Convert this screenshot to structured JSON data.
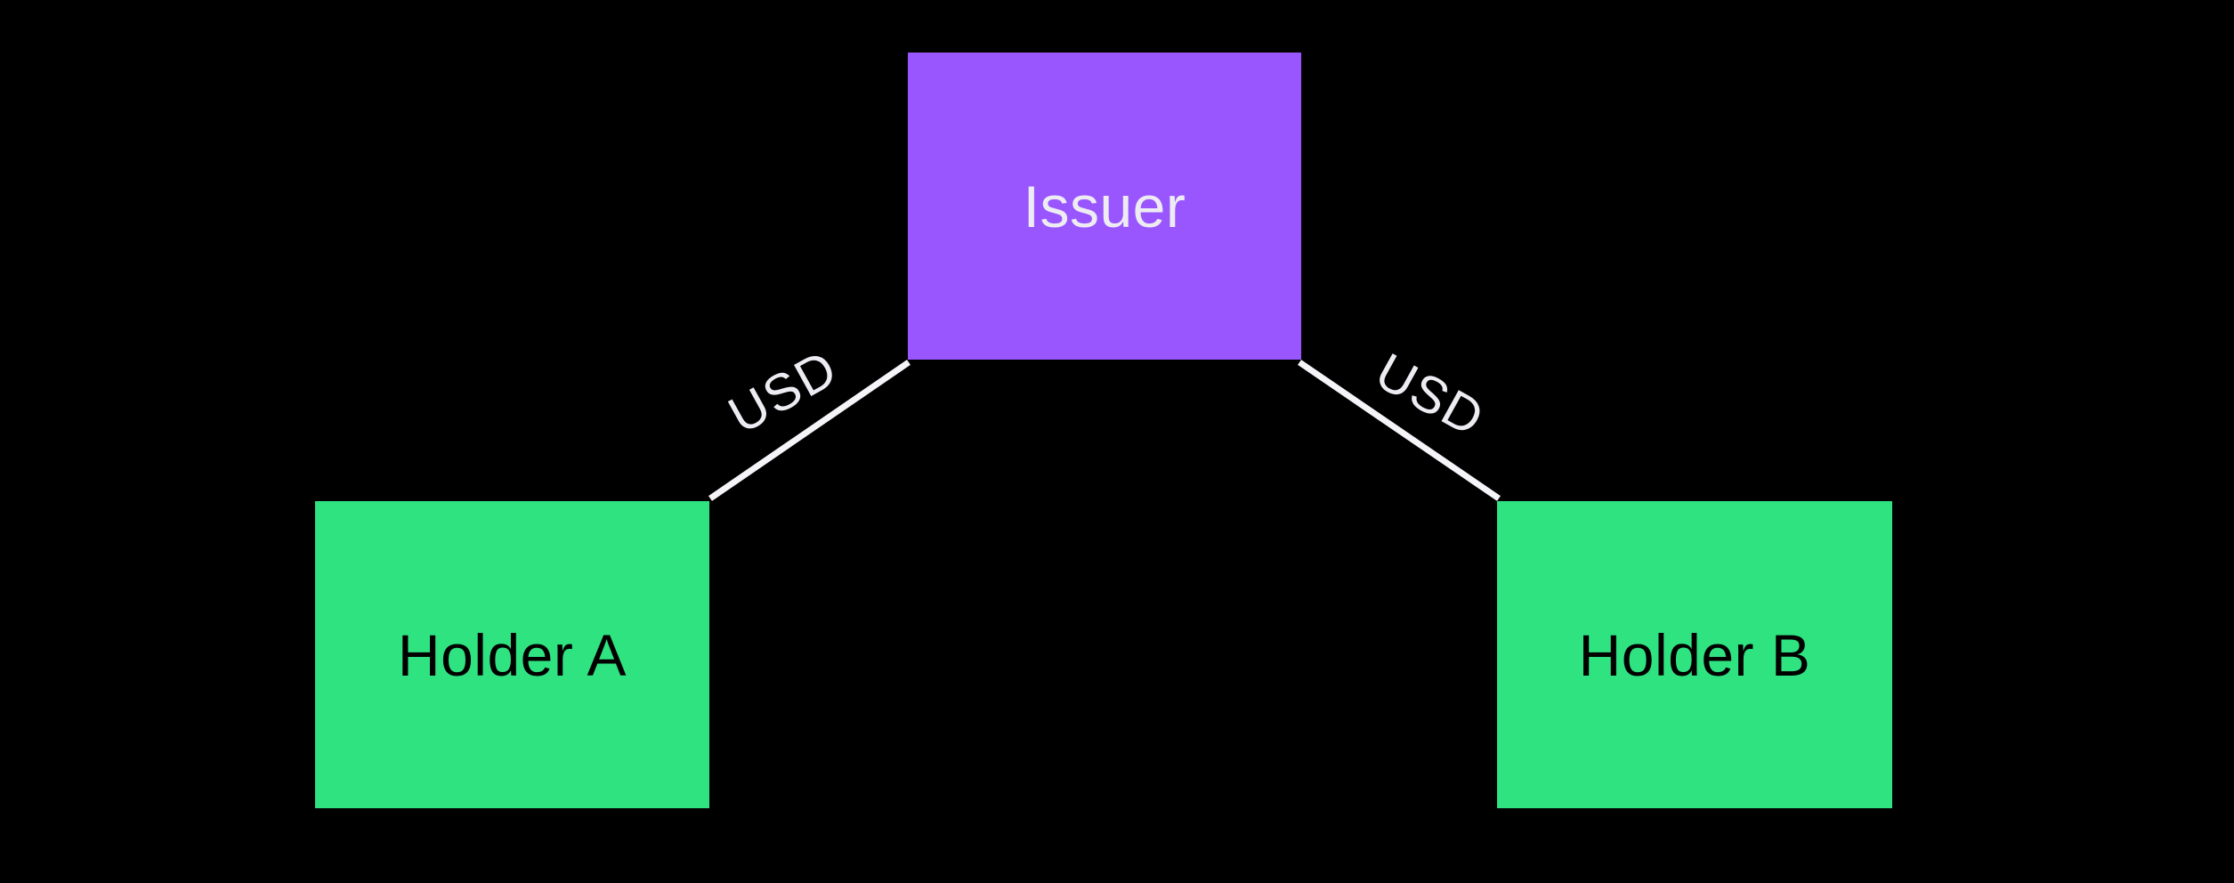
{
  "diagram": {
    "nodes": [
      {
        "id": "issuer",
        "label": "Issuer",
        "shape": "rectangle",
        "fill": "#9955fe",
        "text_color": "#eeecf3"
      },
      {
        "id": "holder-a",
        "label": "Holder A",
        "shape": "rectangle",
        "fill": "#2fe381",
        "text_color": "#000000"
      },
      {
        "id": "holder-b",
        "label": "Holder B",
        "shape": "rectangle",
        "fill": "#2fe381",
        "text_color": "#000000"
      }
    ],
    "edges": [
      {
        "from": "holder-a",
        "to": "issuer",
        "label": "USD"
      },
      {
        "from": "issuer",
        "to": "holder-b",
        "label": "USD"
      }
    ],
    "colors": {
      "background": "#000000",
      "issuer_fill": "#9955fe",
      "issuer_text": "#eeecf3",
      "holder_fill": "#2fe381",
      "holder_text": "#000000",
      "edge_line": "#f5f4f8",
      "edge_label_text": "#eeecf3"
    }
  }
}
